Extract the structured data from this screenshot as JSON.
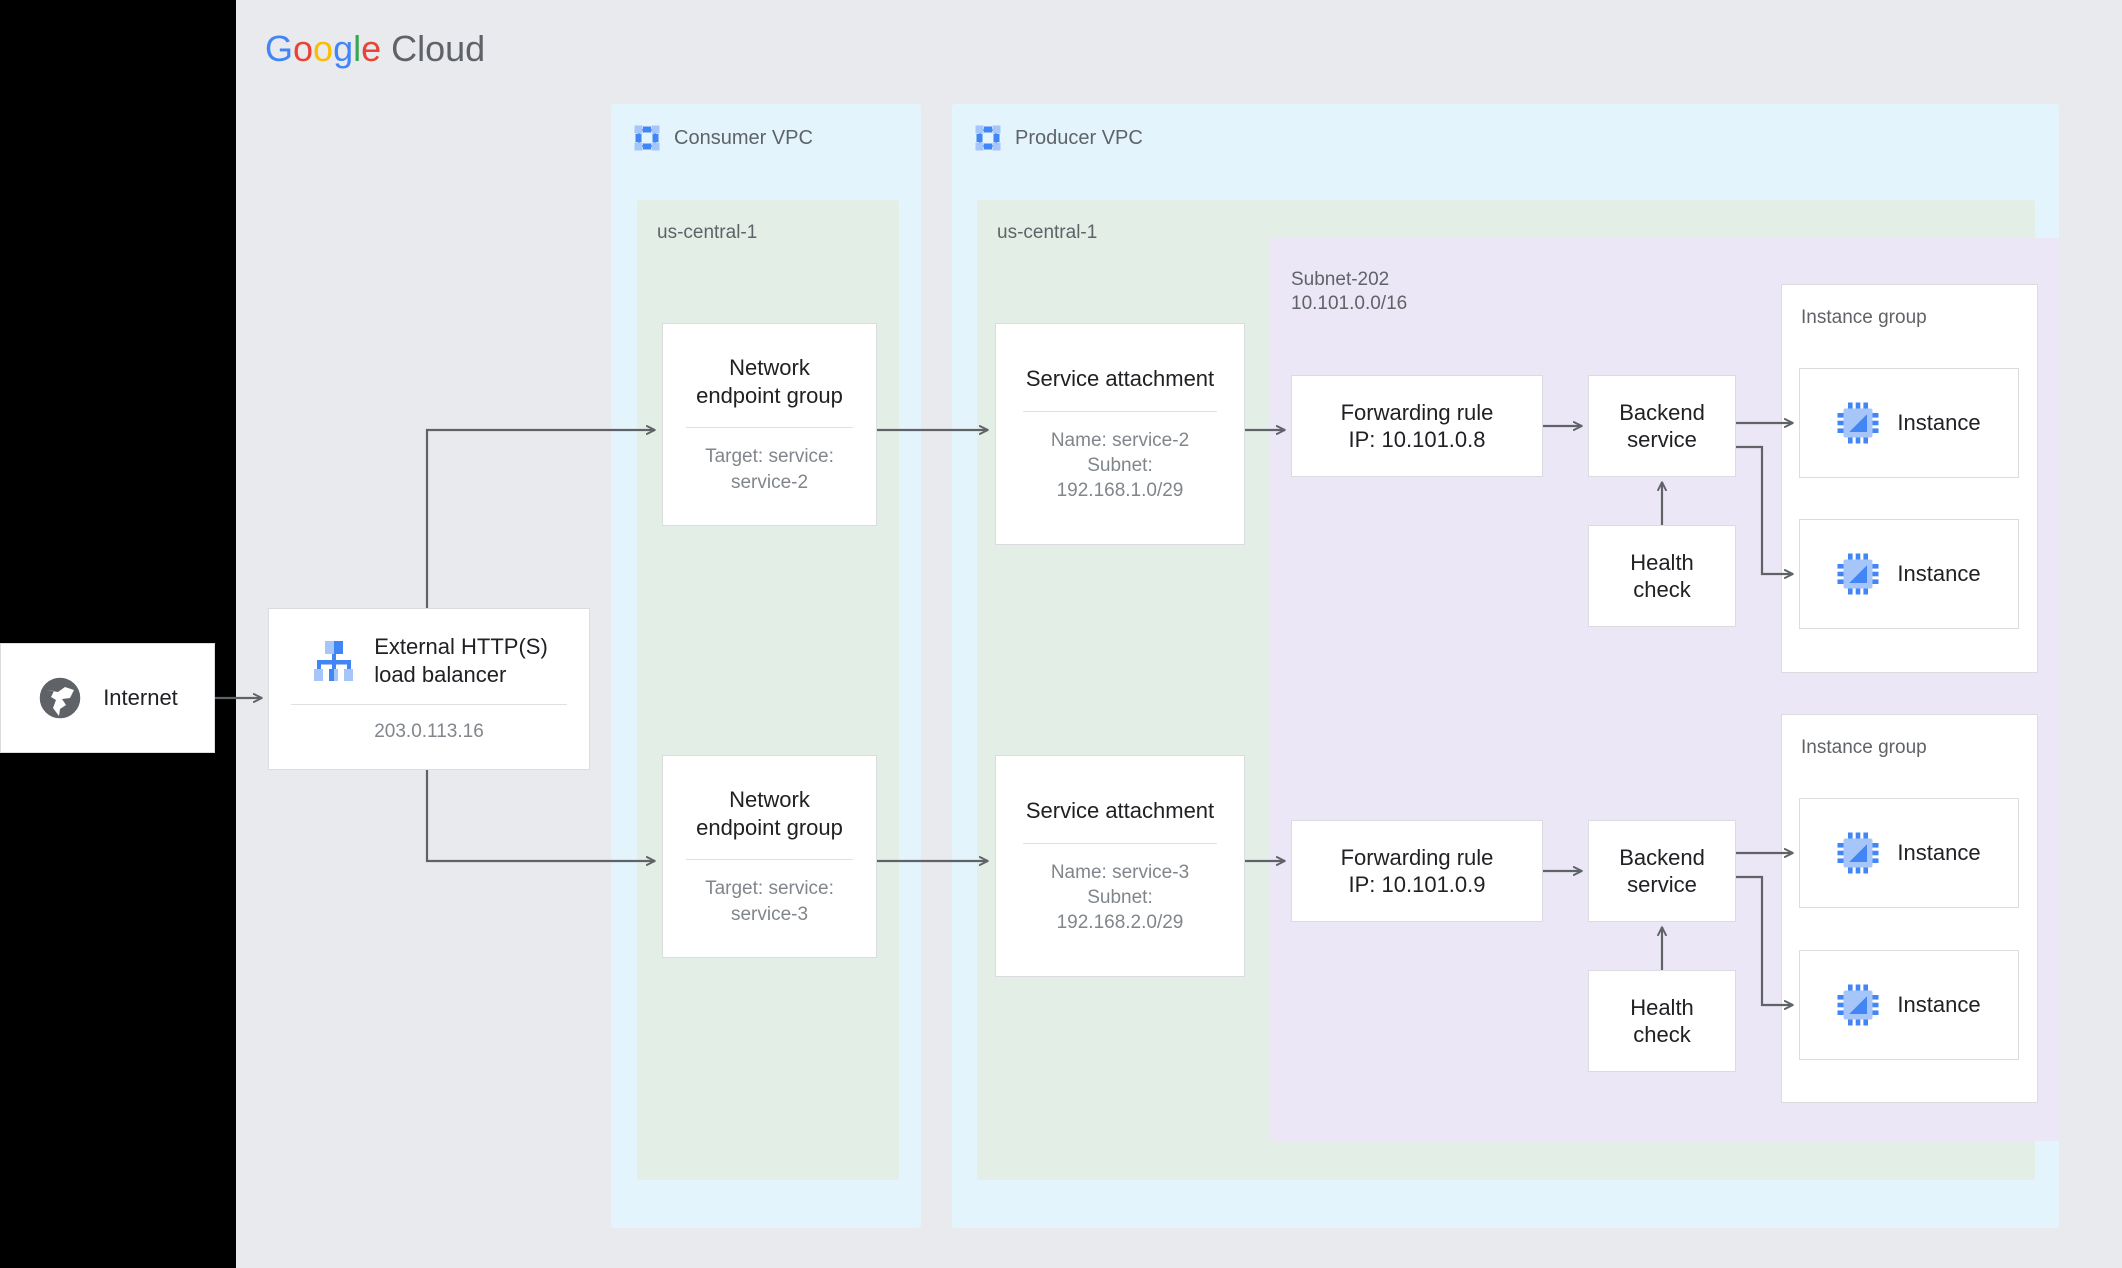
{
  "brand": {
    "name_google": "Google",
    "name_cloud": "Cloud",
    "logo_letters": [
      "G",
      "o",
      "o",
      "g",
      "l",
      "e"
    ],
    "colors": {
      "blue": "#4285F4",
      "red": "#EA4335",
      "yellow": "#FBBC05",
      "green": "#34A853",
      "gray_text": "#5f6368"
    }
  },
  "palette": {
    "page_background": "#e8eaed",
    "outside_background": "#000000",
    "vpc_fill": "#e3f4fd",
    "region_fill": "#e3efe6",
    "subnet_fill": "#ece7f6",
    "card_fill": "#ffffff",
    "card_border": "#dadce0",
    "connector": "#5f6368",
    "icon_blue": "#4285F4",
    "icon_blue_light": "#a6c6fa",
    "globe_gray": "#5f6368"
  },
  "internet": {
    "label": "Internet",
    "icon": "globe-icon"
  },
  "load_balancer": {
    "title": "External HTTP(S)\nload balancer",
    "ip": "203.0.113.16",
    "icon": "load-balancer-icon"
  },
  "consumer_vpc": {
    "label": "Consumer VPC",
    "icon": "vpc-icon",
    "region": "us-central-1",
    "negs": [
      {
        "title": "Network\nendpoint group",
        "sub": "Target: service:\nservice-2"
      },
      {
        "title": "Network\nendpoint group",
        "sub": "Target: service:\nservice-3"
      }
    ]
  },
  "producer_vpc": {
    "label": "Producer VPC",
    "icon": "vpc-icon",
    "region": "us-central-1",
    "service_attachments": [
      {
        "title": "Service attachment",
        "sub": "Name: service-2\nSubnet:\n192.168.1.0/29"
      },
      {
        "title": "Service attachment",
        "sub": "Name: service-3\nSubnet:\n192.168.2.0/29"
      }
    ],
    "subnet": {
      "name": "Subnet-202",
      "cidr": "10.101.0.0/16"
    },
    "rows": [
      {
        "forwarding_rule": "Forwarding rule\nIP: 10.101.0.8",
        "backend_service": "Backend\nservice",
        "health_check": "Health\ncheck",
        "instance_group_label": "Instance group",
        "instances": [
          "Instance",
          "Instance"
        ]
      },
      {
        "forwarding_rule": "Forwarding rule\nIP: 10.101.0.9",
        "backend_service": "Backend\nservice",
        "health_check": "Health\ncheck",
        "instance_group_label": "Instance group",
        "instances": [
          "Instance",
          "Instance"
        ]
      }
    ]
  }
}
